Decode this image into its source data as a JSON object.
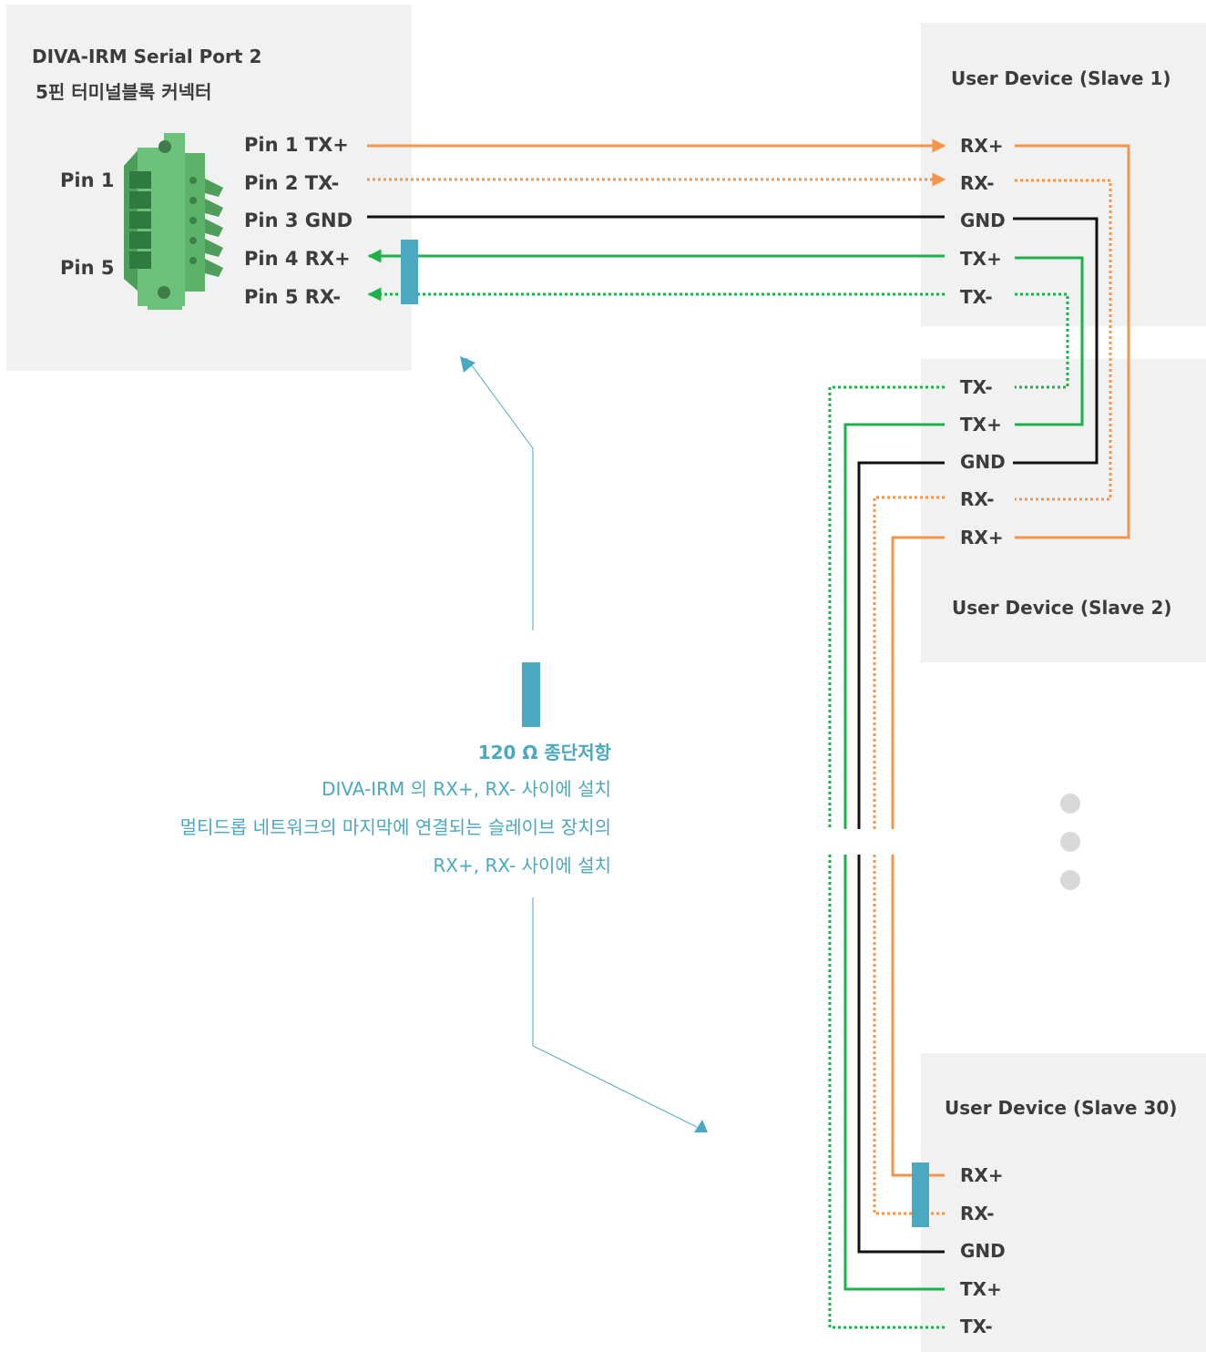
{
  "master": {
    "title": "DIVA-IRM Serial Port 2",
    "subtitle": "5핀 터미널블록 커넥터",
    "pin_top": "Pin 1",
    "pin_bottom": "Pin 5",
    "pins": [
      "Pin 1 TX+",
      "Pin 2 TX-",
      "Pin 3 GND",
      "Pin 4 RX+",
      "Pin 5 RX-"
    ]
  },
  "slave1": {
    "title": "User Device (Slave 1)",
    "signals": [
      "RX+",
      "RX-",
      "GND",
      "TX+",
      "TX-"
    ]
  },
  "slave2": {
    "title": "User Device (Slave 2)",
    "signals": [
      "TX-",
      "TX+",
      "GND",
      "RX-",
      "RX+"
    ]
  },
  "slave30": {
    "title": "User Device (Slave 30)",
    "signals": [
      "RX+",
      "RX-",
      "GND",
      "TX+",
      "TX-"
    ]
  },
  "resistor_note": {
    "title": "120 Ω 종단저항",
    "line1": "DIVA-IRM 의 RX+, RX- 사이에 설치",
    "line2": "멀티드롭 네트워크의 마지막에 연결되는 슬레이브 장치의",
    "line3": "RX+, RX- 사이에 설치"
  },
  "colors": {
    "tx_wire": "#f4954a",
    "rx_wire": "#1bb24a",
    "gnd_wire": "#111111",
    "resistor": "#4aa8c0",
    "panel": "#f1f1f1",
    "connector": "#6cc27a"
  },
  "icons": [
    "terminal-block-connector-icon",
    "resistor-icon",
    "ellipsis-dots-icon"
  ]
}
